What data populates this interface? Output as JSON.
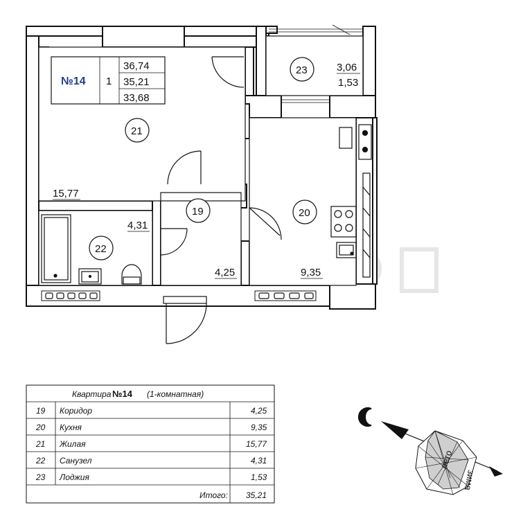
{
  "apartment": {
    "number_label": "№14",
    "rooms_count": "1",
    "area_total": "36,74",
    "area_main": "35,21",
    "area_living_alt": "33,68"
  },
  "rooms": [
    {
      "id": "19",
      "area": "4,25"
    },
    {
      "id": "20",
      "area": "9,35"
    },
    {
      "id": "21",
      "area": "15,77"
    },
    {
      "id": "22",
      "area": "4,31"
    },
    {
      "id": "23",
      "area_a": "3,06",
      "area_b": "1,53"
    }
  ],
  "table": {
    "header_prefix": "Квартира",
    "header_number": "№14",
    "header_type": "(1-комнатная)",
    "rows": [
      {
        "num": "19",
        "name": "Коридор",
        "area": "4,25"
      },
      {
        "num": "20",
        "name": "Кухня",
        "area": "9,35"
      },
      {
        "num": "21",
        "name": "Жилая",
        "area": "15,77"
      },
      {
        "num": "22",
        "name": "Санузел",
        "area": "4,31"
      },
      {
        "num": "23",
        "name": "Лоджия",
        "area": "1,53"
      }
    ],
    "total_label": "Итого:",
    "total_value": "35,21"
  },
  "compass": {
    "summer_label": "лето",
    "winter_label": "зима"
  }
}
